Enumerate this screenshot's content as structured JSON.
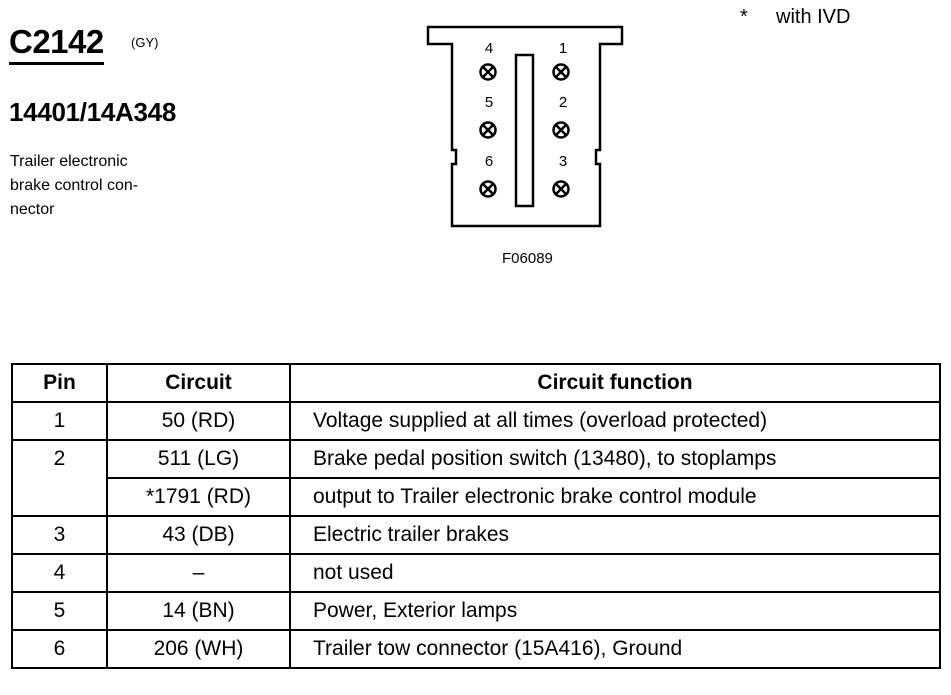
{
  "header": {
    "connector_id": "C2142",
    "color_code": "(GY)",
    "part_number": "14401/14A348",
    "description": "Trailer electronic brake control con-nector"
  },
  "note": {
    "symbol": "*",
    "text": "with IVD"
  },
  "figure": {
    "id": "F06089",
    "pin_labels": [
      "1",
      "2",
      "3",
      "4",
      "5",
      "6"
    ]
  },
  "table": {
    "headers": [
      "Pin",
      "Circuit",
      "Circuit function"
    ],
    "rows": [
      {
        "pin": "1",
        "circuit": "50 (RD)",
        "function": "Voltage supplied at all times (overload protected)"
      },
      {
        "pin": "2",
        "circuit": "511 (LG)",
        "function": "Brake pedal position switch (13480), to stoplamps"
      },
      {
        "pin": "",
        "circuit": "*1791 (RD)",
        "function": "output to Trailer electronic brake control module"
      },
      {
        "pin": "3",
        "circuit": "43 (DB)",
        "function": "Electric trailer brakes"
      },
      {
        "pin": "4",
        "circuit": "–",
        "function": "not used"
      },
      {
        "pin": "5",
        "circuit": "14 (BN)",
        "function": "Power, Exterior lamps"
      },
      {
        "pin": "6",
        "circuit": "206 (WH)",
        "function": "Trailer tow connector (15A416), Ground"
      }
    ]
  }
}
